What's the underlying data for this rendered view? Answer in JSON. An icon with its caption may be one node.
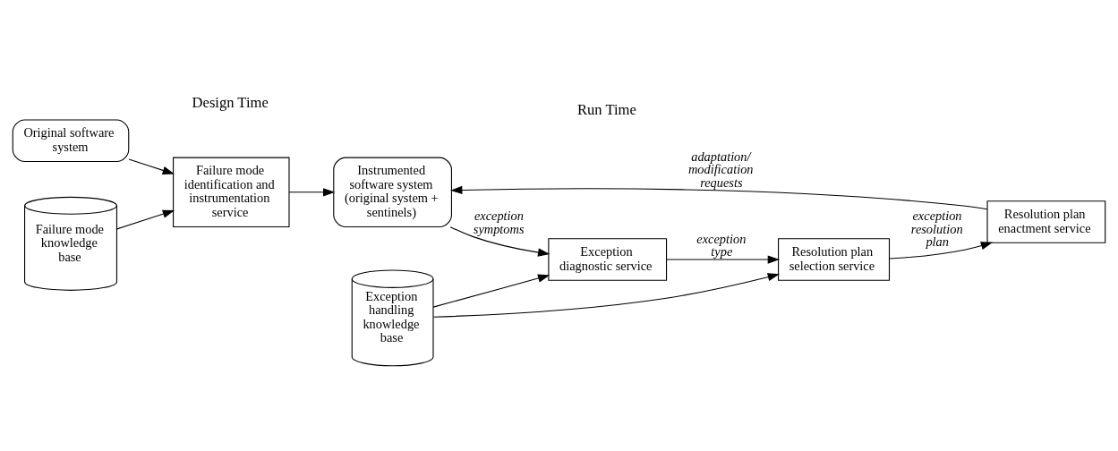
{
  "diagram": {
    "nodes": [
      {
        "text": [
          "Original software system"
        ]
      },
      {
        "text": [
          "Failure mode knowledge base"
        ]
      },
      {
        "text": [
          "Failure mode identification and instrumentation service"
        ]
      },
      {
        "text": [
          "Instrumented software system (original system + sentinels)"
        ]
      },
      {
        "text": [
          "Resolution plan enactment service"
        ]
      },
      {
        "text": [
          "Resolution plan selection service"
        ]
      },
      {
        "text": [
          "Exception diagnostic service"
        ]
      },
      {
        "text": [
          "Exception handling knowledge base"
        ]
      }
    ],
    "edges": [
      {
        "from": 0,
        "to": 2,
        "arrow": "to"
      },
      {
        "from": 1,
        "to": 2,
        "arrow": "to"
      },
      {
        "from": 2,
        "to": 3,
        "arrow": "to"
      },
      {
        "from": 4,
        "to": 3,
        "arrow": "to",
        "label": "adaptation/ modification requests"
      },
      {
        "from": 3,
        "to": 6,
        "arrow": "to",
        "label": "exception symptoms"
      },
      {
        "from": 6,
        "to": 5,
        "arrow": "to",
        "label": "exception type"
      },
      {
        "from": 5,
        "to": 4,
        "arrow": "to",
        "label": "exception resolution plan"
      },
      {
        "from": 7,
        "to": 5,
        "arrow": "to"
      },
      {
        "from": 7,
        "to": 6,
        "arrow": "to"
      }
    ],
    "labels": [
      "Design Time",
      "Run Time"
    ]
  }
}
